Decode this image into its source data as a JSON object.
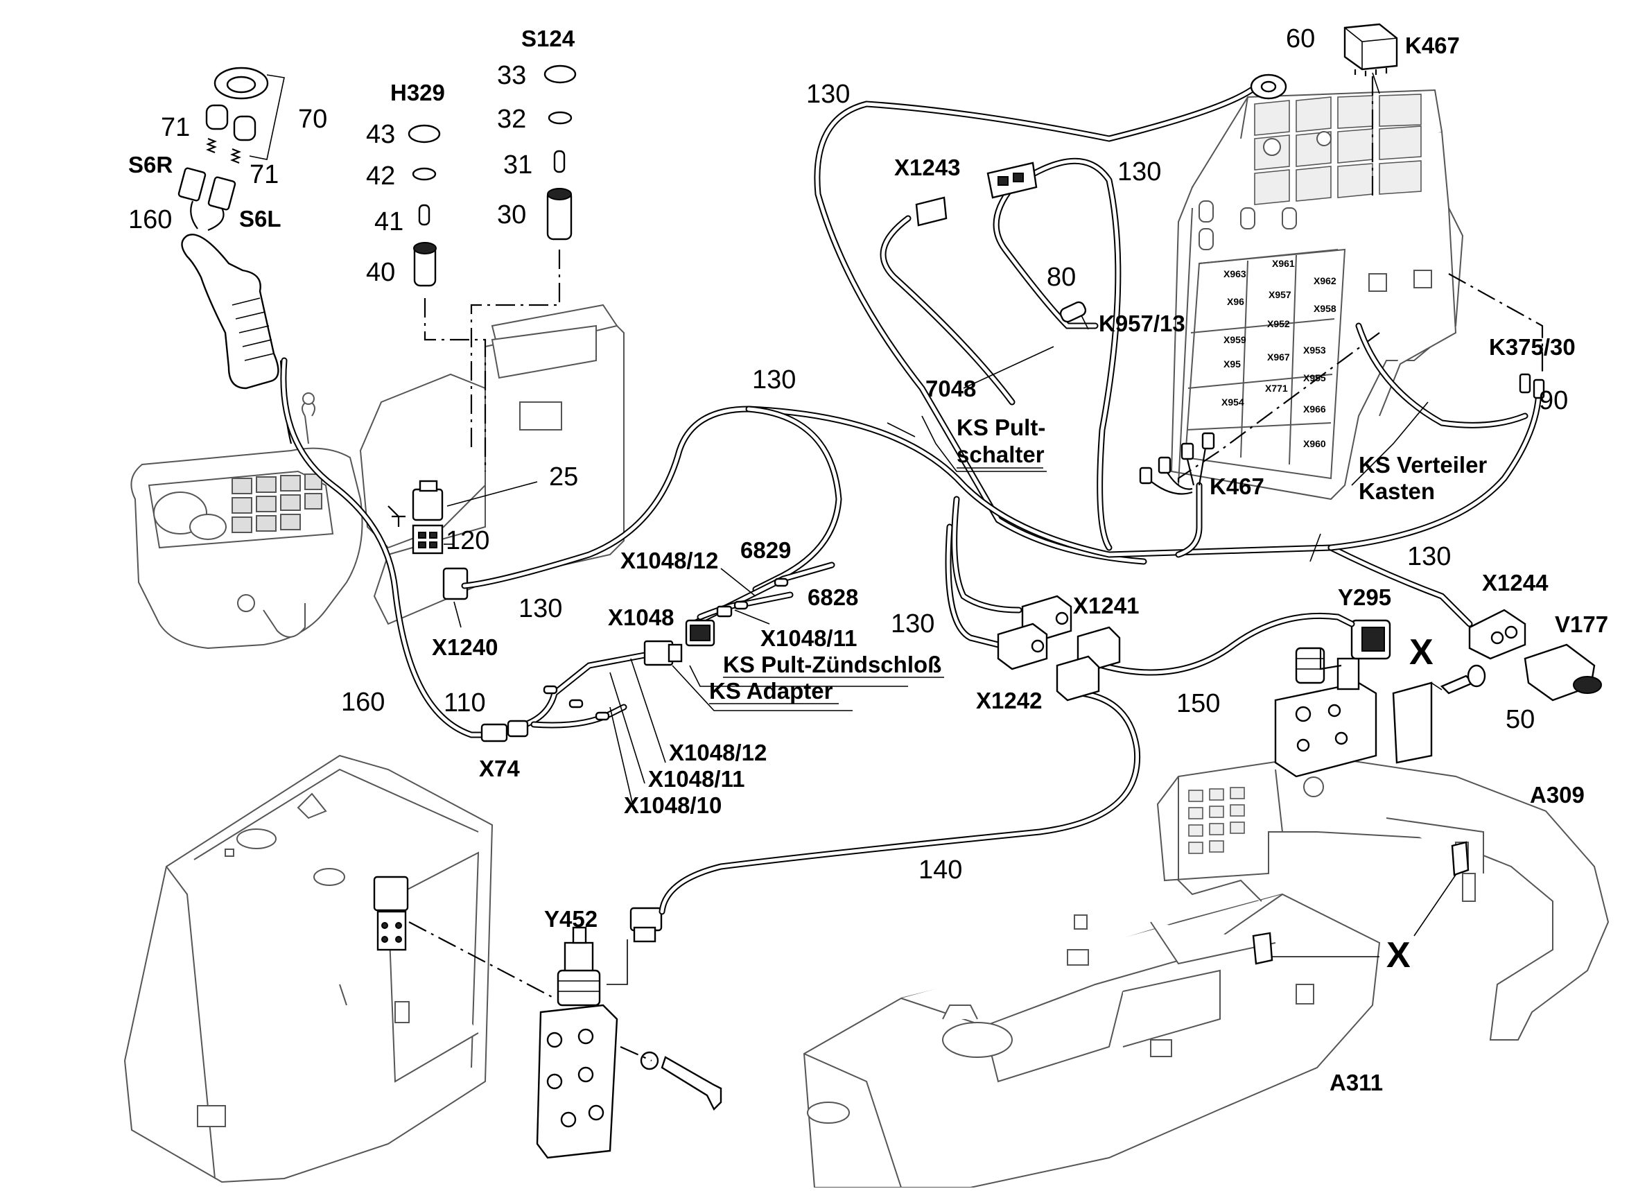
{
  "diagram": {
    "labels": {
      "l70": "70",
      "l71a": "71",
      "l71b": "71",
      "l160a": "160",
      "s6r": "S6R",
      "s6l": "S6L",
      "h329": "H329",
      "l43": "43",
      "l42": "42",
      "l41": "41",
      "l40": "40",
      "s124": "S124",
      "l33": "33",
      "l32": "32",
      "l31": "31",
      "l30": "30",
      "l25": "25",
      "l120": "120",
      "x1240": "X1240",
      "l130c": "130",
      "l160b": "160",
      "l110": "110",
      "x74": "X74",
      "x1048": "X1048",
      "x1048_12a": "X1048/12",
      "l6829": "6829",
      "l6828": "6828",
      "x1048_11a": "X1048/11",
      "ks_pult_zuendschloss": "KS Pult-Zündschloß",
      "ks_adapter": "KS Adapter",
      "x1048_12b": "X1048/12",
      "x1048_11b": "X1048/11",
      "x1048_10": "X1048/10",
      "l130a": "130",
      "x1243": "X1243",
      "l130b": "130",
      "l80": "80",
      "k957_13": "K957/13",
      "l7048": "7048",
      "ks_pult_1": "KS Pult-",
      "ks_pult_2": "schalter",
      "l130d": "130",
      "l60": "60",
      "k467a": "K467",
      "k467b": "K467",
      "k375_30": "K375/30",
      "l90": "90",
      "ks_vert_1": "KS Verteiler",
      "ks_vert_2": "Kasten",
      "l130e": "130",
      "x1241": "X1241",
      "x1242": "X1242",
      "l130f": "130",
      "y295": "Y295",
      "x1244": "X1244",
      "v177": "V177",
      "x_a": "X",
      "l150": "150",
      "l50": "50",
      "a309": "A309",
      "l140": "140",
      "y452": "Y452",
      "x_b": "X",
      "a311": "A311"
    },
    "fuse_box_labels": [
      "X963",
      "X961",
      "X962",
      "X96",
      "X957",
      "X958",
      "X959",
      "X952",
      "X953",
      "X95",
      "X967",
      "X955",
      "X954",
      "X771",
      "X966",
      "X960"
    ]
  }
}
